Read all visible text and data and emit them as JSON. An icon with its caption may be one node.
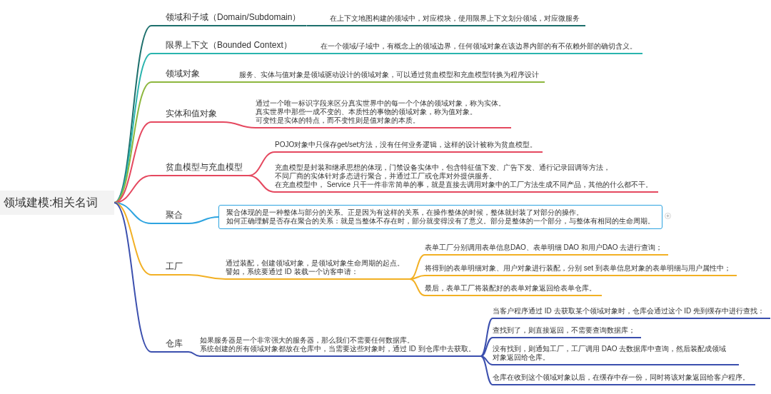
{
  "diagram": {
    "nodes": [
      {
        "text": [
          "领域建模:相关名词"
        ]
      },
      {
        "text": [
          "领域和子域（Domain/Subdomain）"
        ]
      },
      {
        "text": [
          "在上下文地图构建的领域中，对应模块，使用限界上下文划分领域，对应微服务"
        ]
      },
      {
        "text": [
          "限界上下文（Bounded Context）"
        ]
      },
      {
        "text": [
          "在一个领域/子域中，有概念上的领域边界，任何领域对象在该边界内部的有不依赖外部的确切含义。"
        ]
      },
      {
        "text": [
          "领域对象"
        ]
      },
      {
        "text": [
          "服务、实体与值对象是领域驱动设计的领域对象，可以通过贫血模型和充血模型转换为程序设计"
        ]
      },
      {
        "text": [
          "实体和值对象"
        ]
      },
      {
        "text": [
          "通过一个唯一标识字段来区分真实世界中的每一个个体的领域对象，称为实体。",
          "真实世界中那些一成不变的、本质性的事物的领域对象，称为值对象。",
          "可变性是实体的特点，而不变性则是值对象的本质。"
        ]
      },
      {
        "text": [
          "贫血模型与充血模型"
        ]
      },
      {
        "text": [
          "POJO对象中只保存get/set方法，没有任何业务逻辑，这样的设计被称为贫血模型。"
        ]
      },
      {
        "text": [
          "充血模型是封装和继承思想的体现，门禁设备实体中，包含特征值下发、广告下发、通行记录回调等方法，",
          "不同厂商的实体针对多态进行聚合，并通过工厂或仓库对外提供服务。",
          "在充血模型中， Service 只干一件非常简单的事，就是直接去调用对象中的工厂方法生成不同产品，其他的什么都不干。"
        ]
      },
      {
        "text": [
          "聚合"
        ]
      },
      {
        "text": [
          "聚合体现的是一种整体与部分的关系。正是因为有这样的关系，在操作整体的时候，整体就封装了对部分的操作。",
          "如何正确理解是否存在聚合的关系：就是当整体不存在时，部分就变得没有了意义。部分是整体的一个部分，与整体有相同的生命周期。"
        ]
      },
      {
        "text": [
          "工厂"
        ]
      },
      {
        "text": [
          "通过装配，创建领域对象，是领域对象生命周期的起点。",
          "譬如，系统要通过 ID 装载一个访客申请："
        ]
      },
      {
        "text": [
          "表单工厂分别调用表单信息DAO、表单明细 DAO 和用户DAO 去进行查询；"
        ]
      },
      {
        "text": [
          "将得到的表单明细对象、用户对象进行装配，分别 set 到表单信息对象的表单明细与用户属性中；"
        ]
      },
      {
        "text": [
          "最后，表单工厂将装配好的表单对象返回给表单仓库。"
        ]
      },
      {
        "text": [
          "仓库"
        ]
      },
      {
        "text": [
          "如果服务器是一个非常强大的服务器，那么我们不需要任何数据库。",
          "系统创建的所有领域对象都放在仓库中，当需要这些对象时，通过 ID 到仓库中去获取。"
        ]
      },
      {
        "text": [
          "当客户程序通过 ID 去获取某个领域对象时，仓库会通过这个 ID 先到缓存中进行查找："
        ]
      },
      {
        "text": [
          "查找到了，则直接返回，不需要查询数据库；"
        ]
      },
      {
        "text": [
          "没有找到，则通知工厂，工厂调用 DAO 去数据库中查询，然后装配成领域对象返回给仓库。"
        ]
      },
      {
        "text": [
          "仓库在收到这个领域对象以后，在缓存中存一份，同时将该对象返回给客户程序。"
        ]
      }
    ],
    "edges": [
      {
        "from": 0,
        "to": 1,
        "arrow": "none",
        "color": "#1d6f6c"
      },
      {
        "from": 1,
        "to": 2,
        "arrow": "none",
        "color": "#1d6f6c"
      },
      {
        "from": 0,
        "to": 3,
        "arrow": "none",
        "color": "#2ab4ae"
      },
      {
        "from": 3,
        "to": 4,
        "arrow": "none",
        "color": "#2ab4ae"
      },
      {
        "from": 0,
        "to": 5,
        "arrow": "none",
        "color": "#8db73e"
      },
      {
        "from": 5,
        "to": 6,
        "arrow": "none",
        "color": "#8db73e"
      },
      {
        "from": 0,
        "to": 7,
        "arrow": "none",
        "color": "#e5485f"
      },
      {
        "from": 7,
        "to": 8,
        "arrow": "none",
        "color": "#e5485f"
      },
      {
        "from": 0,
        "to": 9,
        "arrow": "none",
        "color": "#e5485f"
      },
      {
        "from": 9,
        "to": 10,
        "arrow": "none",
        "color": "#e5485f"
      },
      {
        "from": 9,
        "to": 11,
        "arrow": "none",
        "color": "#e5485f"
      },
      {
        "from": 0,
        "to": 12,
        "arrow": "none",
        "color": "#2ea4e0"
      },
      {
        "from": 12,
        "to": 13,
        "arrow": "none",
        "color": "#2ea4e0"
      },
      {
        "from": 0,
        "to": 14,
        "arrow": "none",
        "color": "#f2b024"
      },
      {
        "from": 14,
        "to": 15,
        "arrow": "none",
        "color": "#f2b024"
      },
      {
        "from": 15,
        "to": 16,
        "arrow": "none",
        "color": "#f2b024"
      },
      {
        "from": 15,
        "to": 17,
        "arrow": "none",
        "color": "#f2b024"
      },
      {
        "from": 15,
        "to": 18,
        "arrow": "none",
        "color": "#f2b024"
      },
      {
        "from": 0,
        "to": 19,
        "arrow": "none",
        "color": "#3b4fae"
      },
      {
        "from": 19,
        "to": 20,
        "arrow": "none",
        "color": "#3b4fae"
      },
      {
        "from": 20,
        "to": 21,
        "arrow": "none",
        "color": "#3b4fae"
      },
      {
        "from": 20,
        "to": 22,
        "arrow": "none",
        "color": "#3b4fae"
      },
      {
        "from": 20,
        "to": 23,
        "arrow": "none",
        "color": "#3b4fae"
      },
      {
        "from": 20,
        "to": 24,
        "arrow": "none",
        "color": "#3b4fae"
      }
    ]
  }
}
